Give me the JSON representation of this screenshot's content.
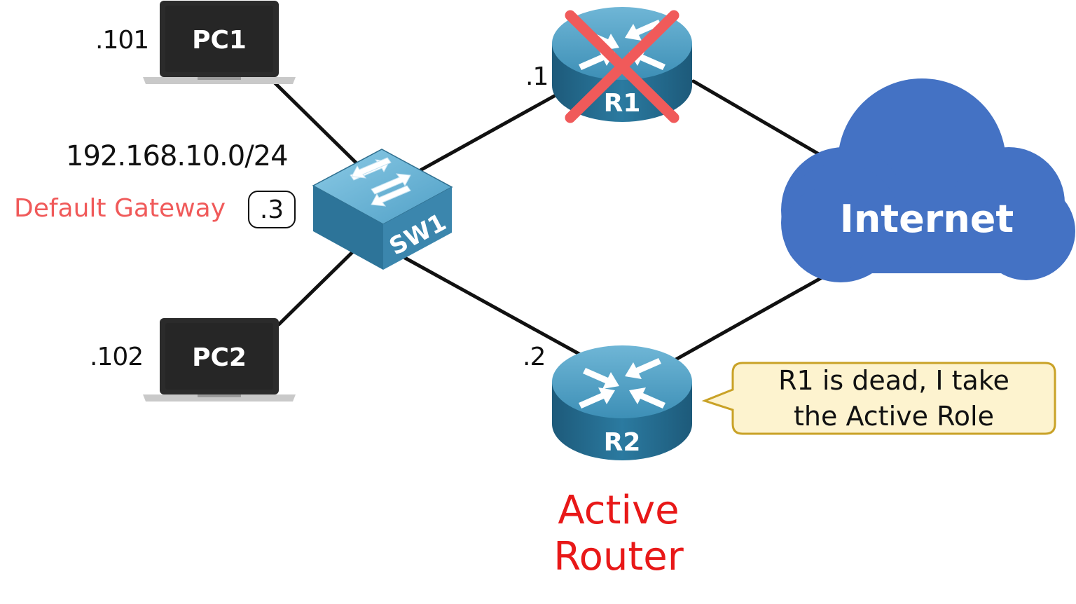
{
  "nodes": {
    "pc1": {
      "label": "PC1",
      "ip": ".101"
    },
    "pc2": {
      "label": "PC2",
      "ip": ".102"
    },
    "sw1": {
      "label": "SW1"
    },
    "r1": {
      "label": "R1",
      "ip": ".1",
      "status": "failed"
    },
    "r2": {
      "label": "R2",
      "ip": ".2",
      "status": "active"
    },
    "internet": {
      "label": "Internet"
    }
  },
  "network": {
    "subnet": "192.168.10.0/24",
    "gateway_label": "Default Gateway",
    "gateway_ip": ".3"
  },
  "r2_role": {
    "line1": "Active",
    "line2": "Router"
  },
  "speech_bubble": {
    "line1": "R1 is dead, I take",
    "line2": "the Active Role"
  },
  "colors": {
    "router": "#2e7fa3",
    "switch": "#3a8cb5",
    "cloud": "#4472c4",
    "failed_x": "#f05a5a",
    "active_text": "#e81818",
    "bubble_fill": "#fdf3cf",
    "bubble_border": "#c9a227"
  }
}
